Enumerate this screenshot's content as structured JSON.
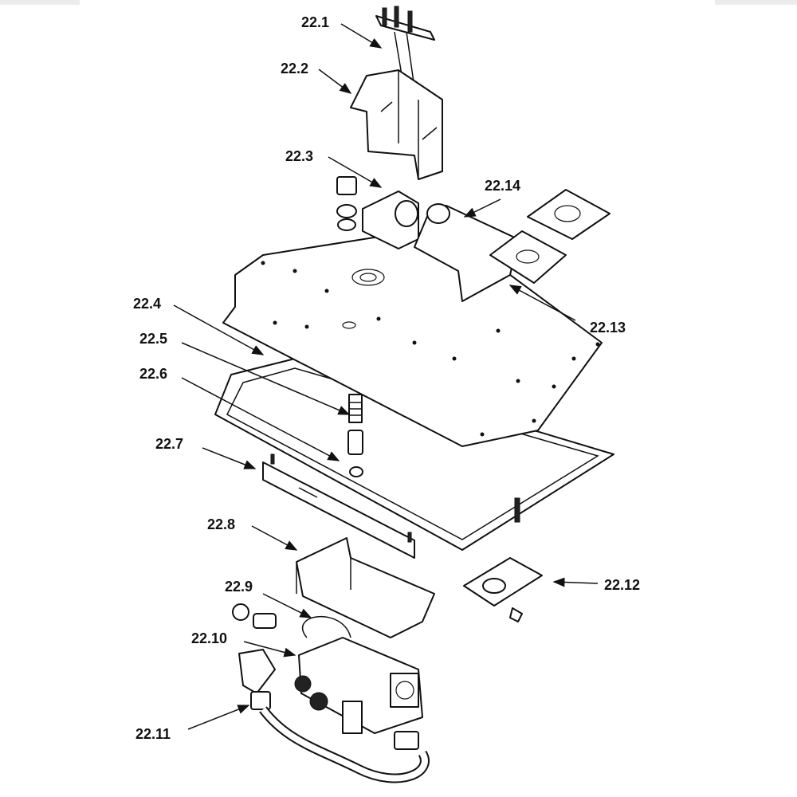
{
  "diagram": {
    "title": "Burner assembly exploded view",
    "callouts": [
      {
        "id": "c1",
        "label": "22.1"
      },
      {
        "id": "c2",
        "label": "22.2"
      },
      {
        "id": "c3",
        "label": "22.3"
      },
      {
        "id": "c4",
        "label": "22.4"
      },
      {
        "id": "c5",
        "label": "22.5"
      },
      {
        "id": "c6",
        "label": "22.6"
      },
      {
        "id": "c7",
        "label": "22.7"
      },
      {
        "id": "c8",
        "label": "22.8"
      },
      {
        "id": "c9",
        "label": "22.9"
      },
      {
        "id": "c10",
        "label": "22.10"
      },
      {
        "id": "c11",
        "label": "22.11"
      },
      {
        "id": "c12",
        "label": "22.12"
      },
      {
        "id": "c13",
        "label": "22.13"
      },
      {
        "id": "c14",
        "label": "22.14"
      }
    ]
  }
}
